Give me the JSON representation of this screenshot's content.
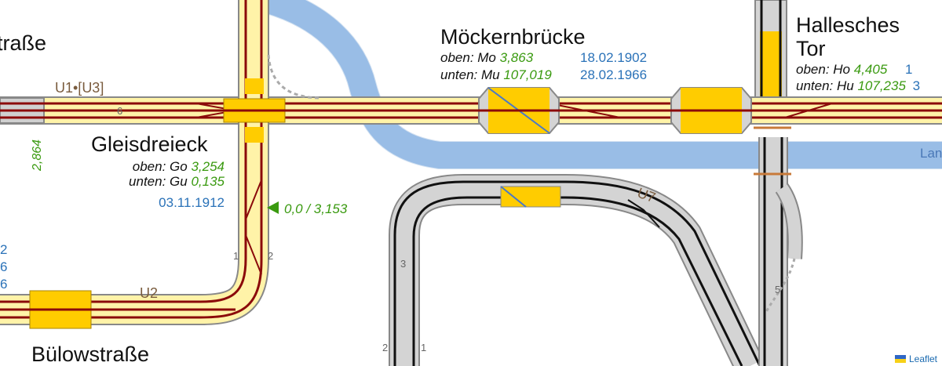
{
  "map": {
    "colors": {
      "water": "#a8c8ee",
      "u1_fill": "#fff3a8",
      "u1_track": "#8b0a0a",
      "platform": "#ffcc00",
      "u7_fill": "#d4d4d4",
      "u7_track": "#111111",
      "tunnel_line": "#4a78c8",
      "km_value": "#3a9a10",
      "date": "#2a72b8"
    },
    "water_label": "Lan",
    "line_labels": {
      "u1_u3": "U1•[U3]",
      "u2": "U2",
      "u7": "U7"
    },
    "track_numbers": {
      "gd_1": "1",
      "gd_2": "2",
      "gd_6": "6",
      "u7_3": "3",
      "u7_2": "2",
      "u7_1": "1",
      "ht_5": "5"
    },
    "km_marker": "2,864",
    "signal_label": "0,0 / 3,153",
    "stations": {
      "gleisdreieck": {
        "name": "Gleisdreieck",
        "oben_label": "oben: Go",
        "oben_km": "3,254",
        "unten_label": "unten: Gu",
        "unten_km": "0,135",
        "date": "03.11.1912"
      },
      "moeckernbruecke": {
        "name": "Möckernbrücke",
        "oben_label": "oben: Mo",
        "oben_km": "3,863",
        "oben_date": "18.02.1902",
        "unten_label": "unten: Mu",
        "unten_km": "107,019",
        "unten_date": "28.02.1966"
      },
      "hallesches_tor": {
        "name_line1": "Hallesches",
        "name_line2": "Tor",
        "oben_label": "oben: Ho",
        "oben_km": "4,405",
        "oben_date": "1",
        "unten_label": "unten: Hu",
        "unten_km": "107,235",
        "unten_date": "3"
      },
      "bulowstrasse": {
        "name": "Bülowstraße"
      },
      "left_cut": {
        "name": "traße",
        "d1": "2",
        "d2": "6",
        "d3": "6"
      }
    },
    "attribution": "Leaflet"
  }
}
